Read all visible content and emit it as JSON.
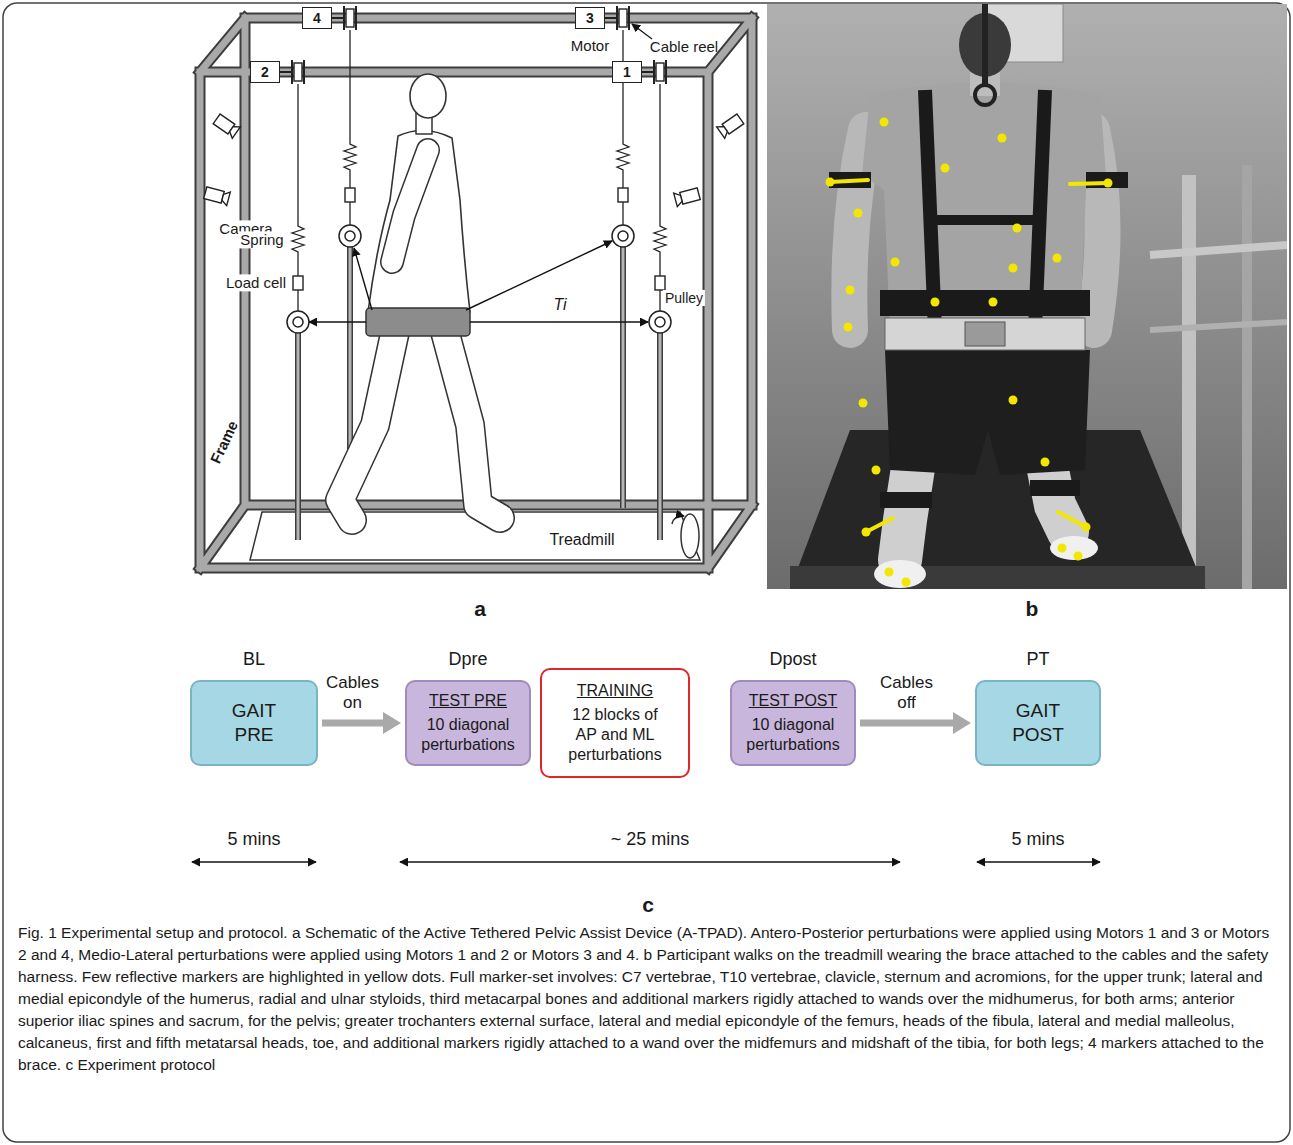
{
  "diagram": {
    "caption": "Fig. 1 Experimental setup and protocol. a Schematic of the Active Tethered Pelvic Assist Device (A-TPAD). Antero-Posterior perturbations were applied using Motors 1 and 3 or Motors 2 and 4, Medio-Lateral perturbations were applied using Motors 1 and 2 or Motors 3 and 4. b Participant walks on the treadmill wearing the brace attached to the cables and the safety harness. Few reflective markers are highlighted in yellow dots. Full marker-set involves: C7 vertebrae, T10 vertebrae, clavicle, sternum and acromions, for the upper trunk; lateral and medial epicondyle of the humerus, radial and ulnar styloids, third metacarpal bones and additional markers rigidly attached to wands over the midhumerus, for both arms; anterior superior iliac spines and sacrum, for the pelvis; greater trochanters external surface, lateral and medial epicondyle of the femurs, heads of the fibula, lateral and medial malleolus, calcaneus, first and fifth metatarsal heads, toe, and additional markers rigidly attached to a wand over the midfemurs and midshaft of the tibia, for both legs; 4 markers attached to the brace. c Experiment protocol",
    "nodes": [
      {
        "text": [
          "4"
        ]
      },
      {
        "text": [
          "3"
        ]
      },
      {
        "text": [
          "2"
        ]
      },
      {
        "text": [
          "1"
        ]
      },
      {
        "text": [
          "BL",
          "GAIT PRE"
        ]
      },
      {
        "text": [
          "Dpre",
          "TEST PRE",
          "10 diagonal perturbations"
        ]
      },
      {
        "text": [
          "TRAINING",
          "12 blocks of AP and ML perturbations"
        ]
      },
      {
        "text": [
          "Dpost",
          "TEST POST",
          "10 diagonal perturbations"
        ]
      },
      {
        "text": [
          "PT",
          "GAIT POST"
        ]
      }
    ],
    "edges": [
      {
        "from": 4,
        "to": 5,
        "label": "Cables on",
        "arrow": "to"
      },
      {
        "from": 7,
        "to": 8,
        "label": "Cables off",
        "arrow": "to"
      }
    ],
    "labels": [
      "Motor",
      "Cable reel",
      "Camera",
      "Spring",
      "Load cell",
      "Pulley",
      "Ti",
      "Frame",
      "Treadmill",
      "a",
      "b",
      "5 mins",
      "~ 25 mins",
      "5 mins",
      "c"
    ]
  }
}
